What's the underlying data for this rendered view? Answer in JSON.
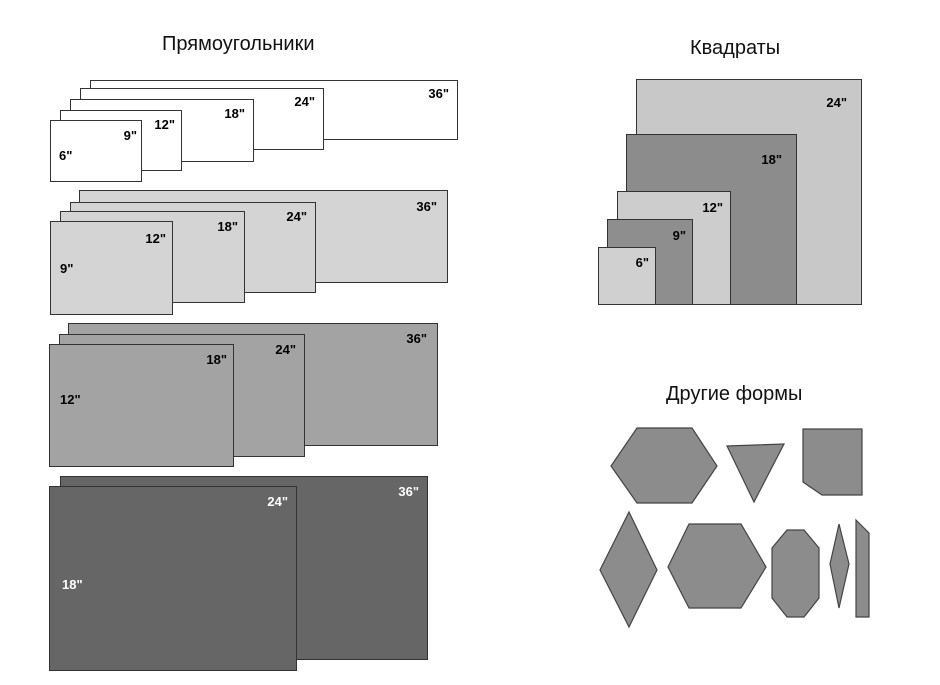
{
  "titles": {
    "rectangles": "Прямоугольники",
    "squares": "Квадраты",
    "other_shapes": "Другие формы"
  },
  "rect_groups": [
    {
      "label_color": "#111111",
      "fill": "#ffffff",
      "labels": [
        "36\"",
        "24\"",
        "18\"",
        "12\"",
        "9\"",
        "6\""
      ]
    },
    {
      "label_color": "#111111",
      "fill": "#d4d4d4",
      "labels": [
        "36\"",
        "24\"",
        "18\"",
        "12\"",
        "9\""
      ]
    },
    {
      "label_color": "#111111",
      "fill": "#a3a3a3",
      "labels": [
        "36\"",
        "24\"",
        "18\"",
        "12\""
      ]
    },
    {
      "label_color": "#ffffff",
      "fill": "#666666",
      "labels": [
        "36\"",
        "24\"",
        "18\""
      ]
    }
  ],
  "squares": {
    "labels": [
      "24\"",
      "18\"",
      "12\"",
      "9\"",
      "6\""
    ],
    "fills": [
      "#c8c8c8",
      "#8c8c8c",
      "#cdcdcd",
      "#8e8e8e",
      "#d0d0d0"
    ]
  },
  "colors": {
    "border": "#333333",
    "shape_fill": "#8c8c8c"
  }
}
